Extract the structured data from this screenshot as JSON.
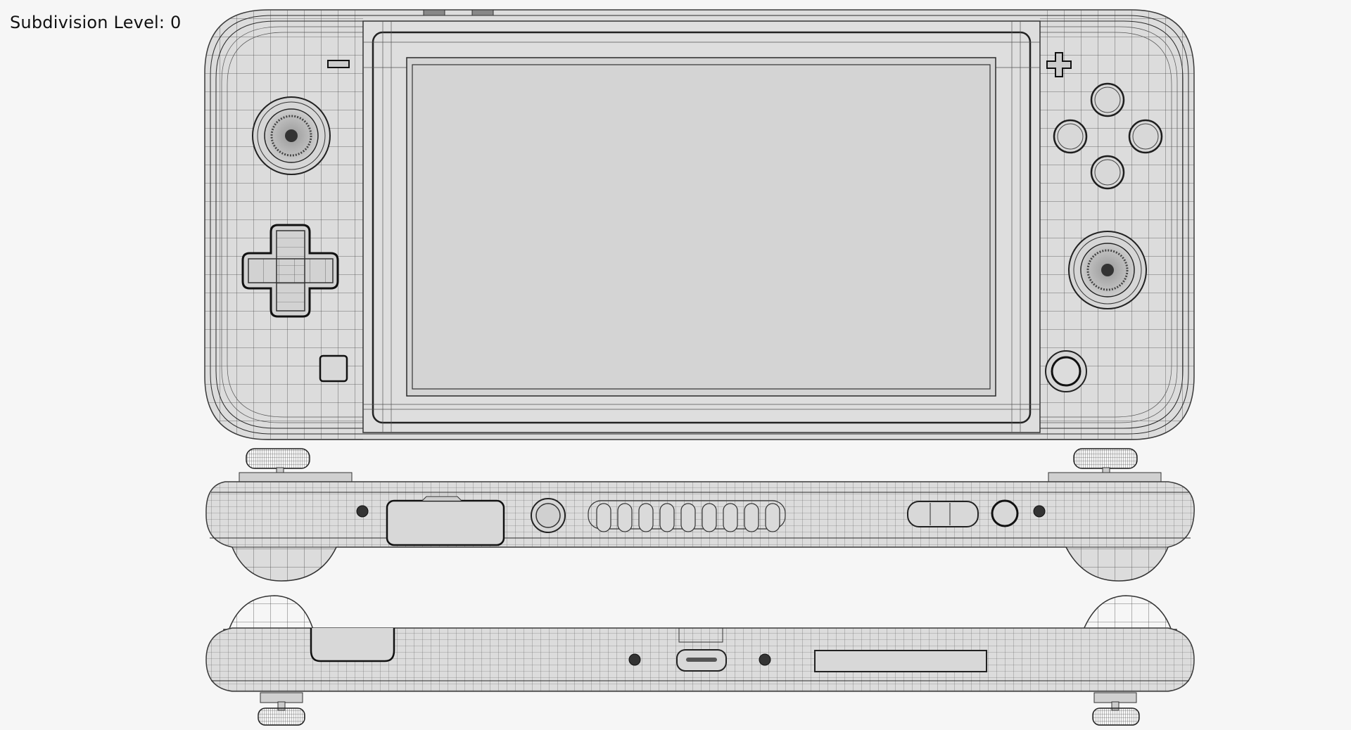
{
  "overlay": {
    "subdivision_label": "Subdivision Level: 0",
    "subdivision_level": 0
  },
  "scene": {
    "subject": "handheld game console wireframe",
    "views": [
      {
        "name": "front",
        "elements": [
          "left-analog-stick",
          "minus-button",
          "d-pad",
          "capture-button",
          "screen",
          "plus-button",
          "abxy-buttons",
          "right-analog-stick",
          "home-button"
        ]
      },
      {
        "name": "top-edge",
        "elements": [
          "left-stick-cap",
          "left-screw",
          "game-card-slot",
          "power-button",
          "vent-slots",
          "volume-rocker",
          "headphone-jack",
          "right-screw",
          "right-stick-cap"
        ]
      },
      {
        "name": "bottom-edge",
        "elements": [
          "left-trigger-bump",
          "left-recess",
          "left-screw",
          "usb-c-port",
          "right-screw",
          "long-recess",
          "right-trigger-bump"
        ]
      }
    ],
    "vent_slot_count": 9,
    "colors": {
      "background": "#f6f6f6",
      "body": "#dcdcdc",
      "screen": "#d4d4d4",
      "wire": "#2a2a2a"
    }
  }
}
